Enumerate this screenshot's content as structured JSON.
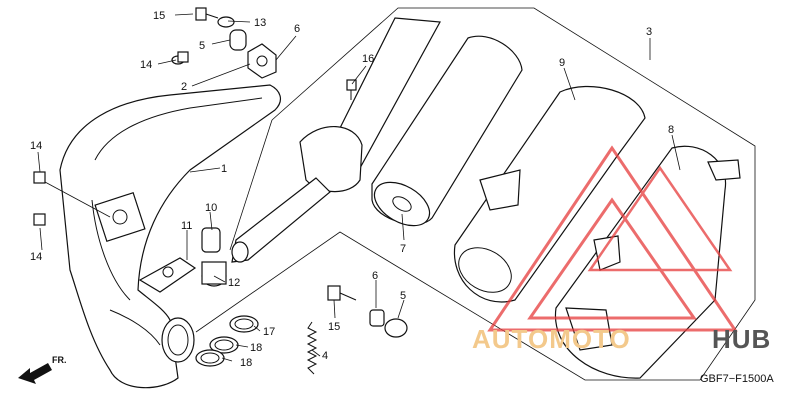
{
  "diagram_code": "GBF7−F1500A",
  "direction_label": "FR.",
  "watermark": {
    "part1": "AUTOMOTO",
    "part2": "HUB",
    "logo_color": "#e63b3b",
    "text_color_1": "#f3c98c",
    "text_color_2": "#555555"
  },
  "callouts": {
    "c15a": "15",
    "c13": "13",
    "c5a": "5",
    "c6a": "6",
    "c14a": "14",
    "c2": "2",
    "c16": "16",
    "c3": "3",
    "c9": "9",
    "c8": "8",
    "c14b": "14",
    "c1": "1",
    "c14c": "14",
    "c11": "11",
    "c10": "10",
    "c12": "12",
    "c7": "7",
    "c6b": "6",
    "c15b": "15",
    "c5b": "5",
    "c17": "17",
    "c18a": "18",
    "c18b": "18",
    "c4": "4"
  }
}
